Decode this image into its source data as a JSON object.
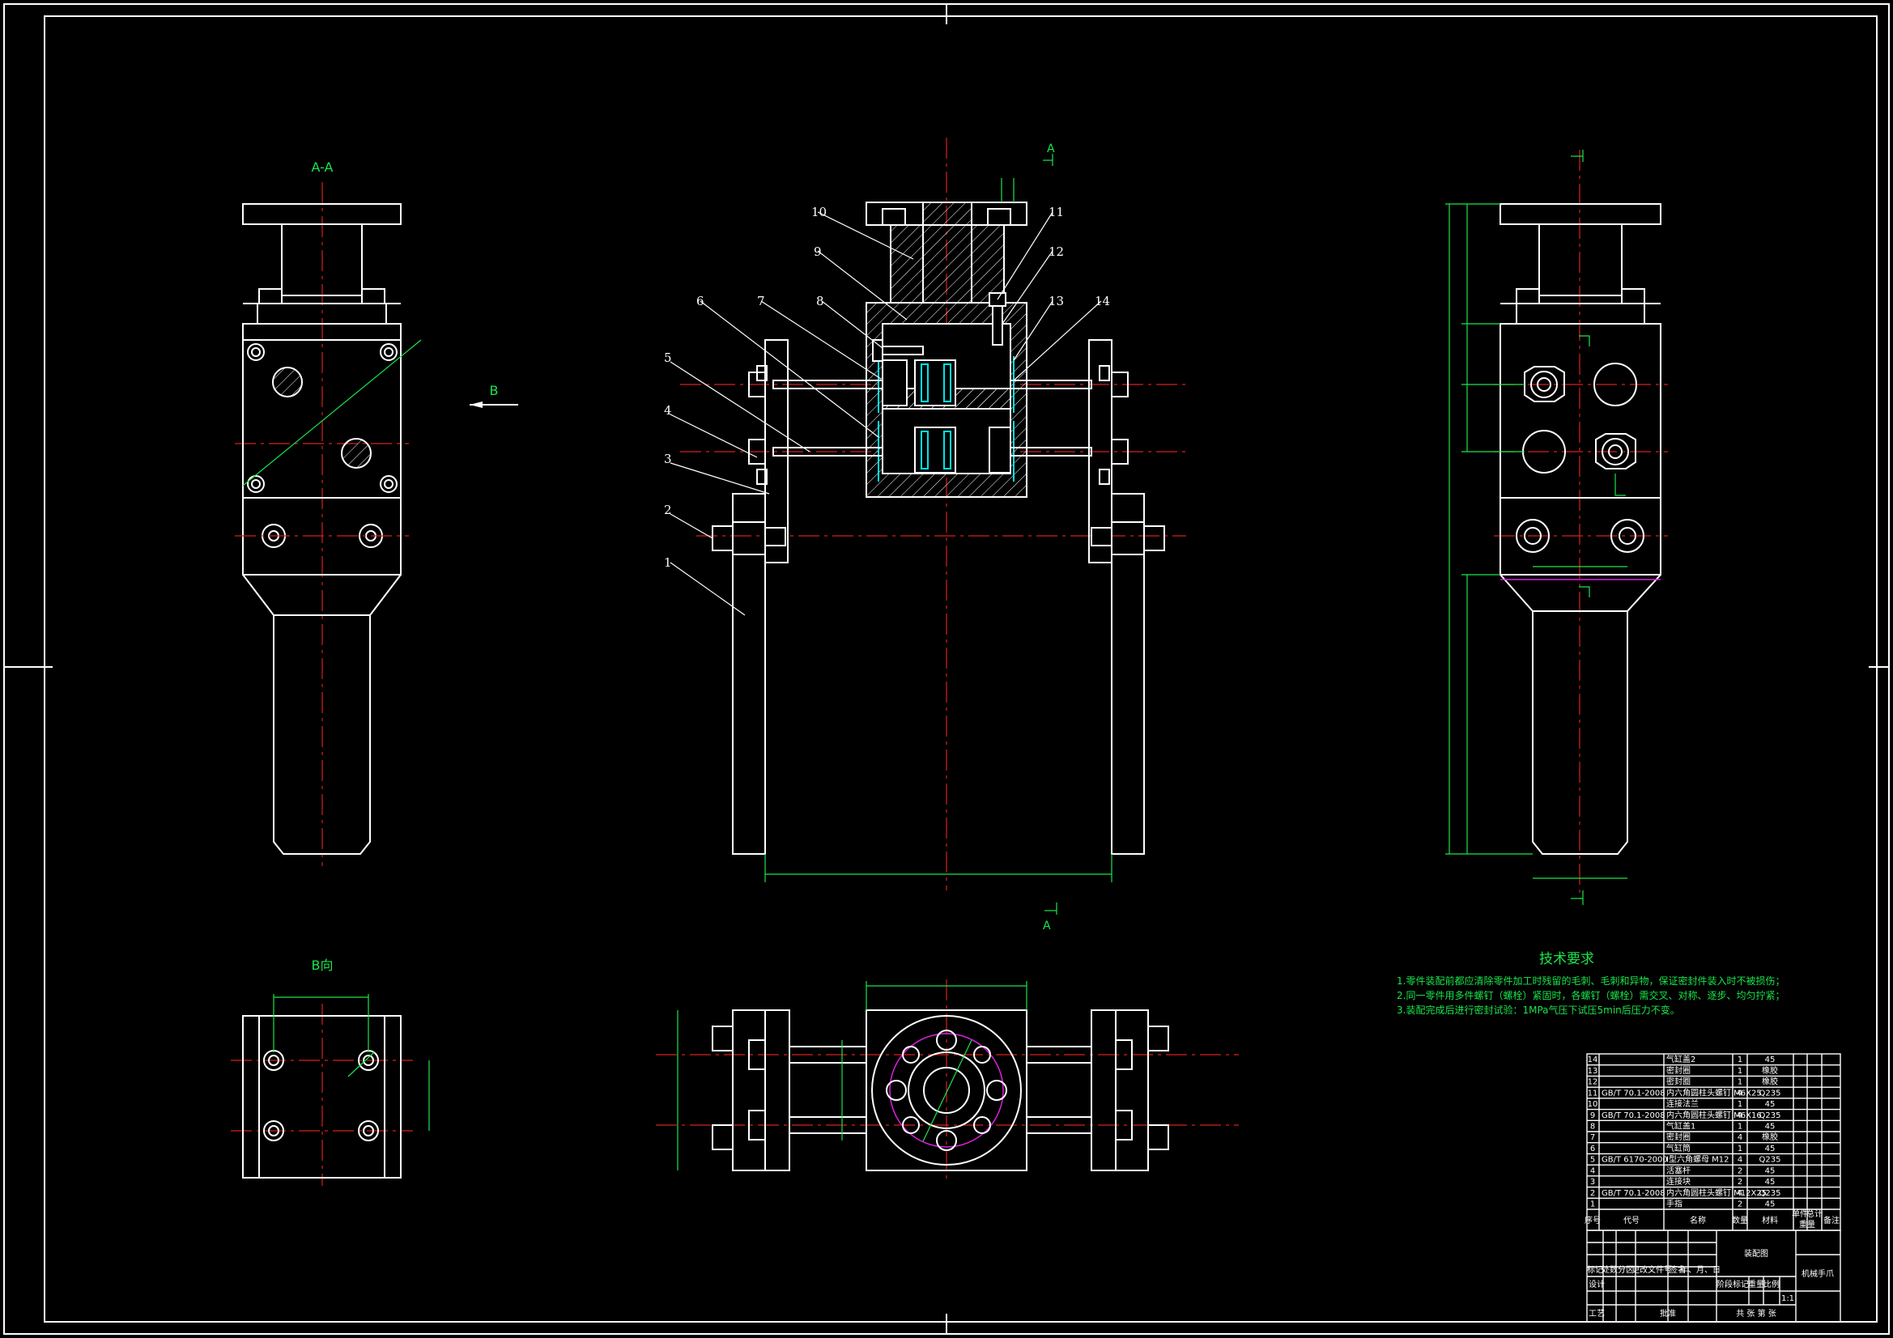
{
  "views": {
    "section_aa": "A-A",
    "view_b": "B向",
    "arrow_a": "A",
    "arrow_b": "B"
  },
  "part_numbers": [
    "1",
    "2",
    "3",
    "4",
    "5",
    "6",
    "7",
    "8",
    "9",
    "10",
    "11",
    "12",
    "13",
    "14"
  ],
  "tech_requirements": {
    "title": "技术要求",
    "lines": [
      "1.零件装配前都应清除零件加工时残留的毛刺、毛刺和异物，保证密封件装入时不被损伤；",
      "2.同一零件用多件螺钉（螺栓）紧固时，各螺钉（螺栓）需交叉、对称、逐步、均匀拧紧；",
      "3.装配完成后进行密封试验：1MPa气压下试压5min后压力不变。"
    ]
  },
  "bom": {
    "rows": [
      {
        "no": "14",
        "code": "",
        "name": "气缸盖2",
        "qty": "1",
        "material": "45"
      },
      {
        "no": "13",
        "code": "",
        "name": "密封圈",
        "qty": "1",
        "material": "橡胶"
      },
      {
        "no": "12",
        "code": "",
        "name": "密封圈",
        "qty": "1",
        "material": "橡胶"
      },
      {
        "no": "11",
        "code": "GB/T 70.1-2008",
        "name": "内六角圆柱头螺钉 M6X25",
        "qty": "4",
        "material": "Q235"
      },
      {
        "no": "10",
        "code": "",
        "name": "连接法兰",
        "qty": "1",
        "material": "45"
      },
      {
        "no": "9",
        "code": "GB/T 70.1-2008",
        "name": "内六角圆柱头螺钉 M6X16",
        "qty": "4",
        "material": "Q235"
      },
      {
        "no": "8",
        "code": "",
        "name": "气缸盖1",
        "qty": "1",
        "material": "45"
      },
      {
        "no": "7",
        "code": "",
        "name": "密封圈",
        "qty": "4",
        "material": "橡胶"
      },
      {
        "no": "6",
        "code": "",
        "name": "气缸筒",
        "qty": "1",
        "material": "45"
      },
      {
        "no": "5",
        "code": "GB/T 6170-2000",
        "name": "I型六角螺母 M12",
        "qty": "4",
        "material": "Q235"
      },
      {
        "no": "4",
        "code": "",
        "name": "活塞杆",
        "qty": "2",
        "material": "45"
      },
      {
        "no": "3",
        "code": "",
        "name": "连接块",
        "qty": "2",
        "material": "45"
      },
      {
        "no": "2",
        "code": "GB/T 70.1-2008",
        "name": "内六角圆柱头螺钉 M12X25",
        "qty": "4",
        "material": "Q235"
      },
      {
        "no": "1",
        "code": "",
        "name": "手指",
        "qty": "2",
        "material": "45"
      }
    ],
    "header": {
      "no": "序号",
      "code": "代号",
      "name": "名称",
      "qty": "数量",
      "material": "材料",
      "single": "单件",
      "total": "总计",
      "weight": "重量",
      "note": "备注"
    }
  },
  "title_block": {
    "drawing_name": "装配图",
    "product": "机械手爪",
    "scale": "1:1",
    "design": "设计",
    "process": "工艺",
    "approve": "批准",
    "marks": "标记",
    "qty_label": "处数",
    "zone": "分区",
    "change_doc": "更改文件号",
    "sign": "签名",
    "date": "年、月、日",
    "stage": "阶段标记",
    "weight": "重量",
    "ratio": "比例",
    "sheet": "共 张 第 张"
  },
  "colors": {
    "background": "#000000",
    "outline": "#ffffff",
    "centerline": "#d8201a",
    "dimension": "#19e64b",
    "seal": "#00e5e5",
    "bolt_circle": "#e020e0"
  }
}
